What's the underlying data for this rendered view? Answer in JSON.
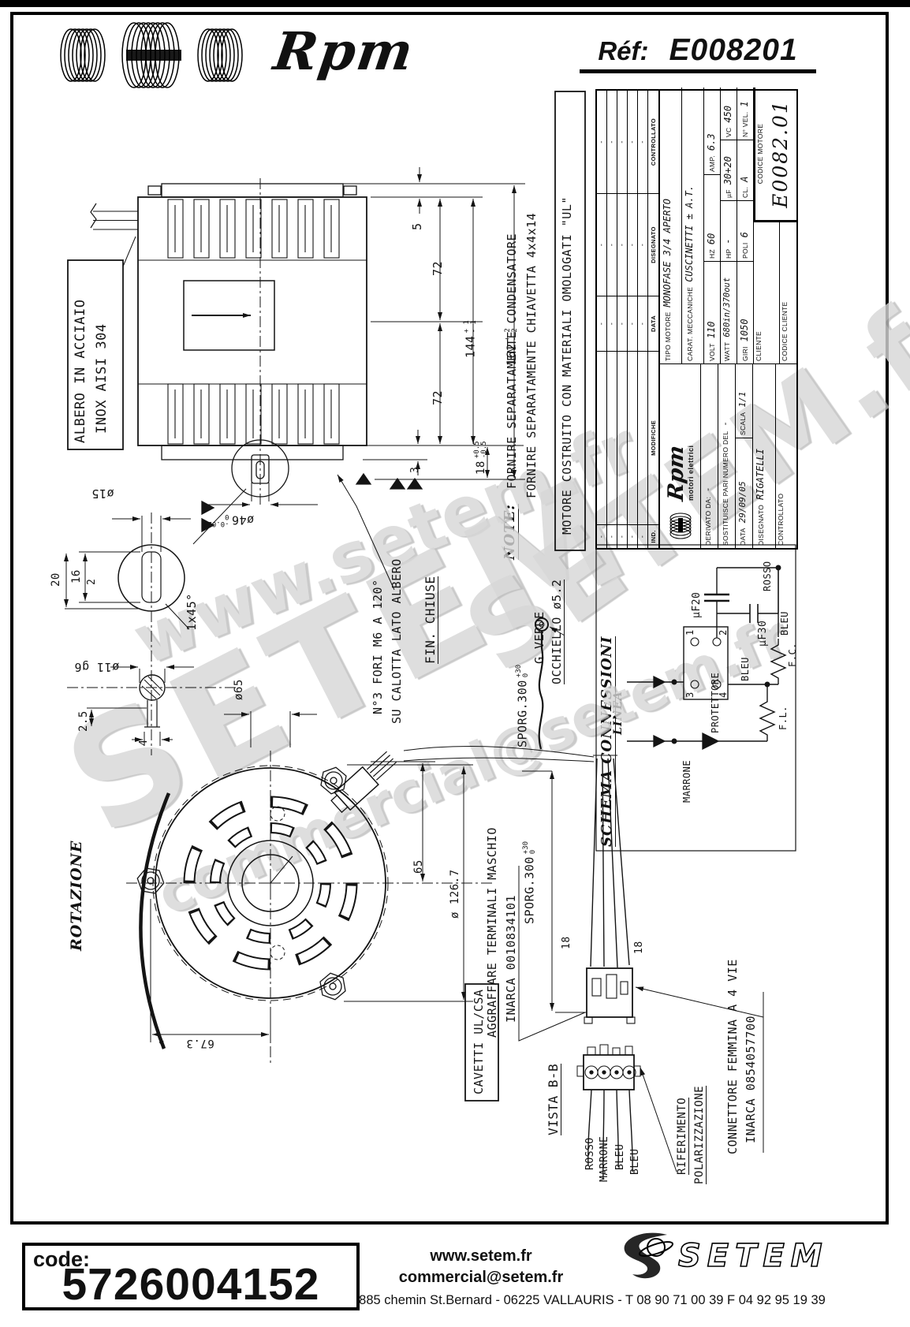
{
  "header": {
    "brand_script": "Rpm",
    "ref_label": "Réf:",
    "ref_value": "E008201"
  },
  "watermarks": {
    "w1": "www.setem.fr",
    "w2": "SETEM",
    "w3": "commercial@setem.fr",
    "w4": "SETEM.fr"
  },
  "drawing": {
    "shaft_box_line1": "ALBERO IN ACCIAIO",
    "shaft_box_line2": "INOX AISI 304",
    "dims": {
      "d5": "5",
      "d72a": "72",
      "d72b": "72",
      "d144": {
        "v": "144",
        "p": "+ 1",
        "m": "- 1"
      },
      "d162": {
        "v": "162",
        "p": "+ 2",
        "m": "- 2"
      },
      "d3": "3",
      "d18": {
        "v": "18",
        "p": "+0.5",
        "m": "-0.5"
      },
      "phi15": "ø15",
      "d20": "20",
      "d16": "16",
      "d2": "2",
      "phi46": {
        "v": "ø46",
        "p": "-0.025",
        "m": "0"
      },
      "chamfer": "1x45°",
      "phi11": "ø11 g6",
      "d2_5": "2.5",
      "d4": "4",
      "phi65": "ø65",
      "d65": "65",
      "phi126": "ø 126.7",
      "d67": "67.3",
      "d18a": "18",
      "d18b": "18"
    },
    "labels": {
      "fori1": "N°3 FORI M6 A 120°",
      "fori2": "SU CALOTTA LATO ALBERO",
      "fin_chiuse": "FIN. CHIUSE",
      "rotazione": "ROTAZIONE",
      "sporg1": {
        "v": "SPORG.300",
        "p": "+30",
        "m": "0"
      },
      "gverde": "G.VERDE",
      "occhiello": "OCCHIELLO ø5.2",
      "sporg2": {
        "v": "SPORG.300",
        "p": "+30",
        "m": "0"
      },
      "aggraffare1": "AGGRAFFARE TERMINALI MASCHIO",
      "aggraffare2": "INARCA 0010834101",
      "cavetti": "CAVETTI UL/CSA",
      "vista": "VISTA B-B",
      "w_rosso": "ROSSO",
      "w_marrone": "MARRONE",
      "w_bleu1": "BLEU",
      "w_bleu2": "BLEU",
      "rif1": "RIFERIMENTO",
      "rif2": "POLARIZZAZIONE",
      "conn1": "CONNETTORE FEMMINA A 4 VIE",
      "conn2": "INARCA 0854057700"
    },
    "note": {
      "title": "NOTE:",
      "line1": "FORNIRE SEPARATAMENTE CONDENSATORE",
      "line2": "FORNIRE SEPARATAMENTE CHIAVETTA 4x4x14"
    },
    "ul_box": "MOTORE COSTRUITO CON MATERIALI OMOLOGATI \"UL\"",
    "schema": {
      "title": "SCHEMA CONNESSIONI",
      "linea": "LINEA",
      "marrone": "MARRONE",
      "protettore": "PROTETTORE",
      "t1": "1",
      "t2": "2",
      "t3": "3",
      "t4": "4",
      "cap1": "µF20",
      "cap2": "µF30",
      "bleu1": "BLEU",
      "bleu2": "BLEU",
      "rosso": "ROSSO",
      "fl": "F.L.",
      "fc": "F.C."
    }
  },
  "titleblock": {
    "rev": {
      "headers": [
        "IND.",
        "MODIFICHE",
        "DATA",
        "DISEGNATO",
        "CONTROLLATO"
      ],
      "dash": "-"
    },
    "logo_script": "Rpm",
    "logo_sub": "motori elettrici",
    "derivato_label": "DERIVATO DA:",
    "derivato_value": "-",
    "sostituisce_label": "SOSTITUISCE PARI NUMERO DEL",
    "sostituisce_value": "-",
    "data_label": "DATA",
    "data_value": "29/09/05",
    "scala_label": "SCALA",
    "scala_value": "1/1",
    "disegnato_label": "DISEGNATO",
    "disegnato_value": "RIGATELLI",
    "controllato_label": "CONTROLLATO",
    "tipo_label": "TIPO MOTORE",
    "tipo_value": "MONOFASE 3/4 APERTO",
    "carat_label": "CARAT. MECCANICHE",
    "carat_value": "CUSCINETTI ± A.T.",
    "volt_label": "VOLT",
    "volt_value": "110",
    "hz_label": "HZ",
    "hz_value": "60",
    "amp_label": "AMP.",
    "amp_value": "6.3",
    "watt_label": "WATT",
    "watt_value": "680in/370out",
    "hp_label": "HP",
    "hp_value": "-",
    "uf_label": "µF",
    "uf_value": "30+20",
    "vc_label": "VC",
    "vc_value": "450",
    "giri_label": "GIRI",
    "giri_value": "1050",
    "poli_label": "POLI",
    "poli_value": "6",
    "cl_label": "CL.",
    "cl_value": "A",
    "nvel_label": "N° VEL.",
    "nvel_value": "1",
    "cliente_label": "CLIENTE",
    "codcli_label": "CODICE CLIENTE",
    "codmot_label": "CODICE MOTORE",
    "codmot_value": "E0082.01"
  },
  "footer": {
    "code_label": "code:",
    "code_value": "5726004152",
    "site": "www.setem.fr",
    "email": "commercial@setem.fr",
    "address": "885 chemin St.Bernard  -  06225 VALLAURIS  -  T 08 90 71 00 39   F 04 92 95 19 39",
    "brand": "SETEM"
  }
}
